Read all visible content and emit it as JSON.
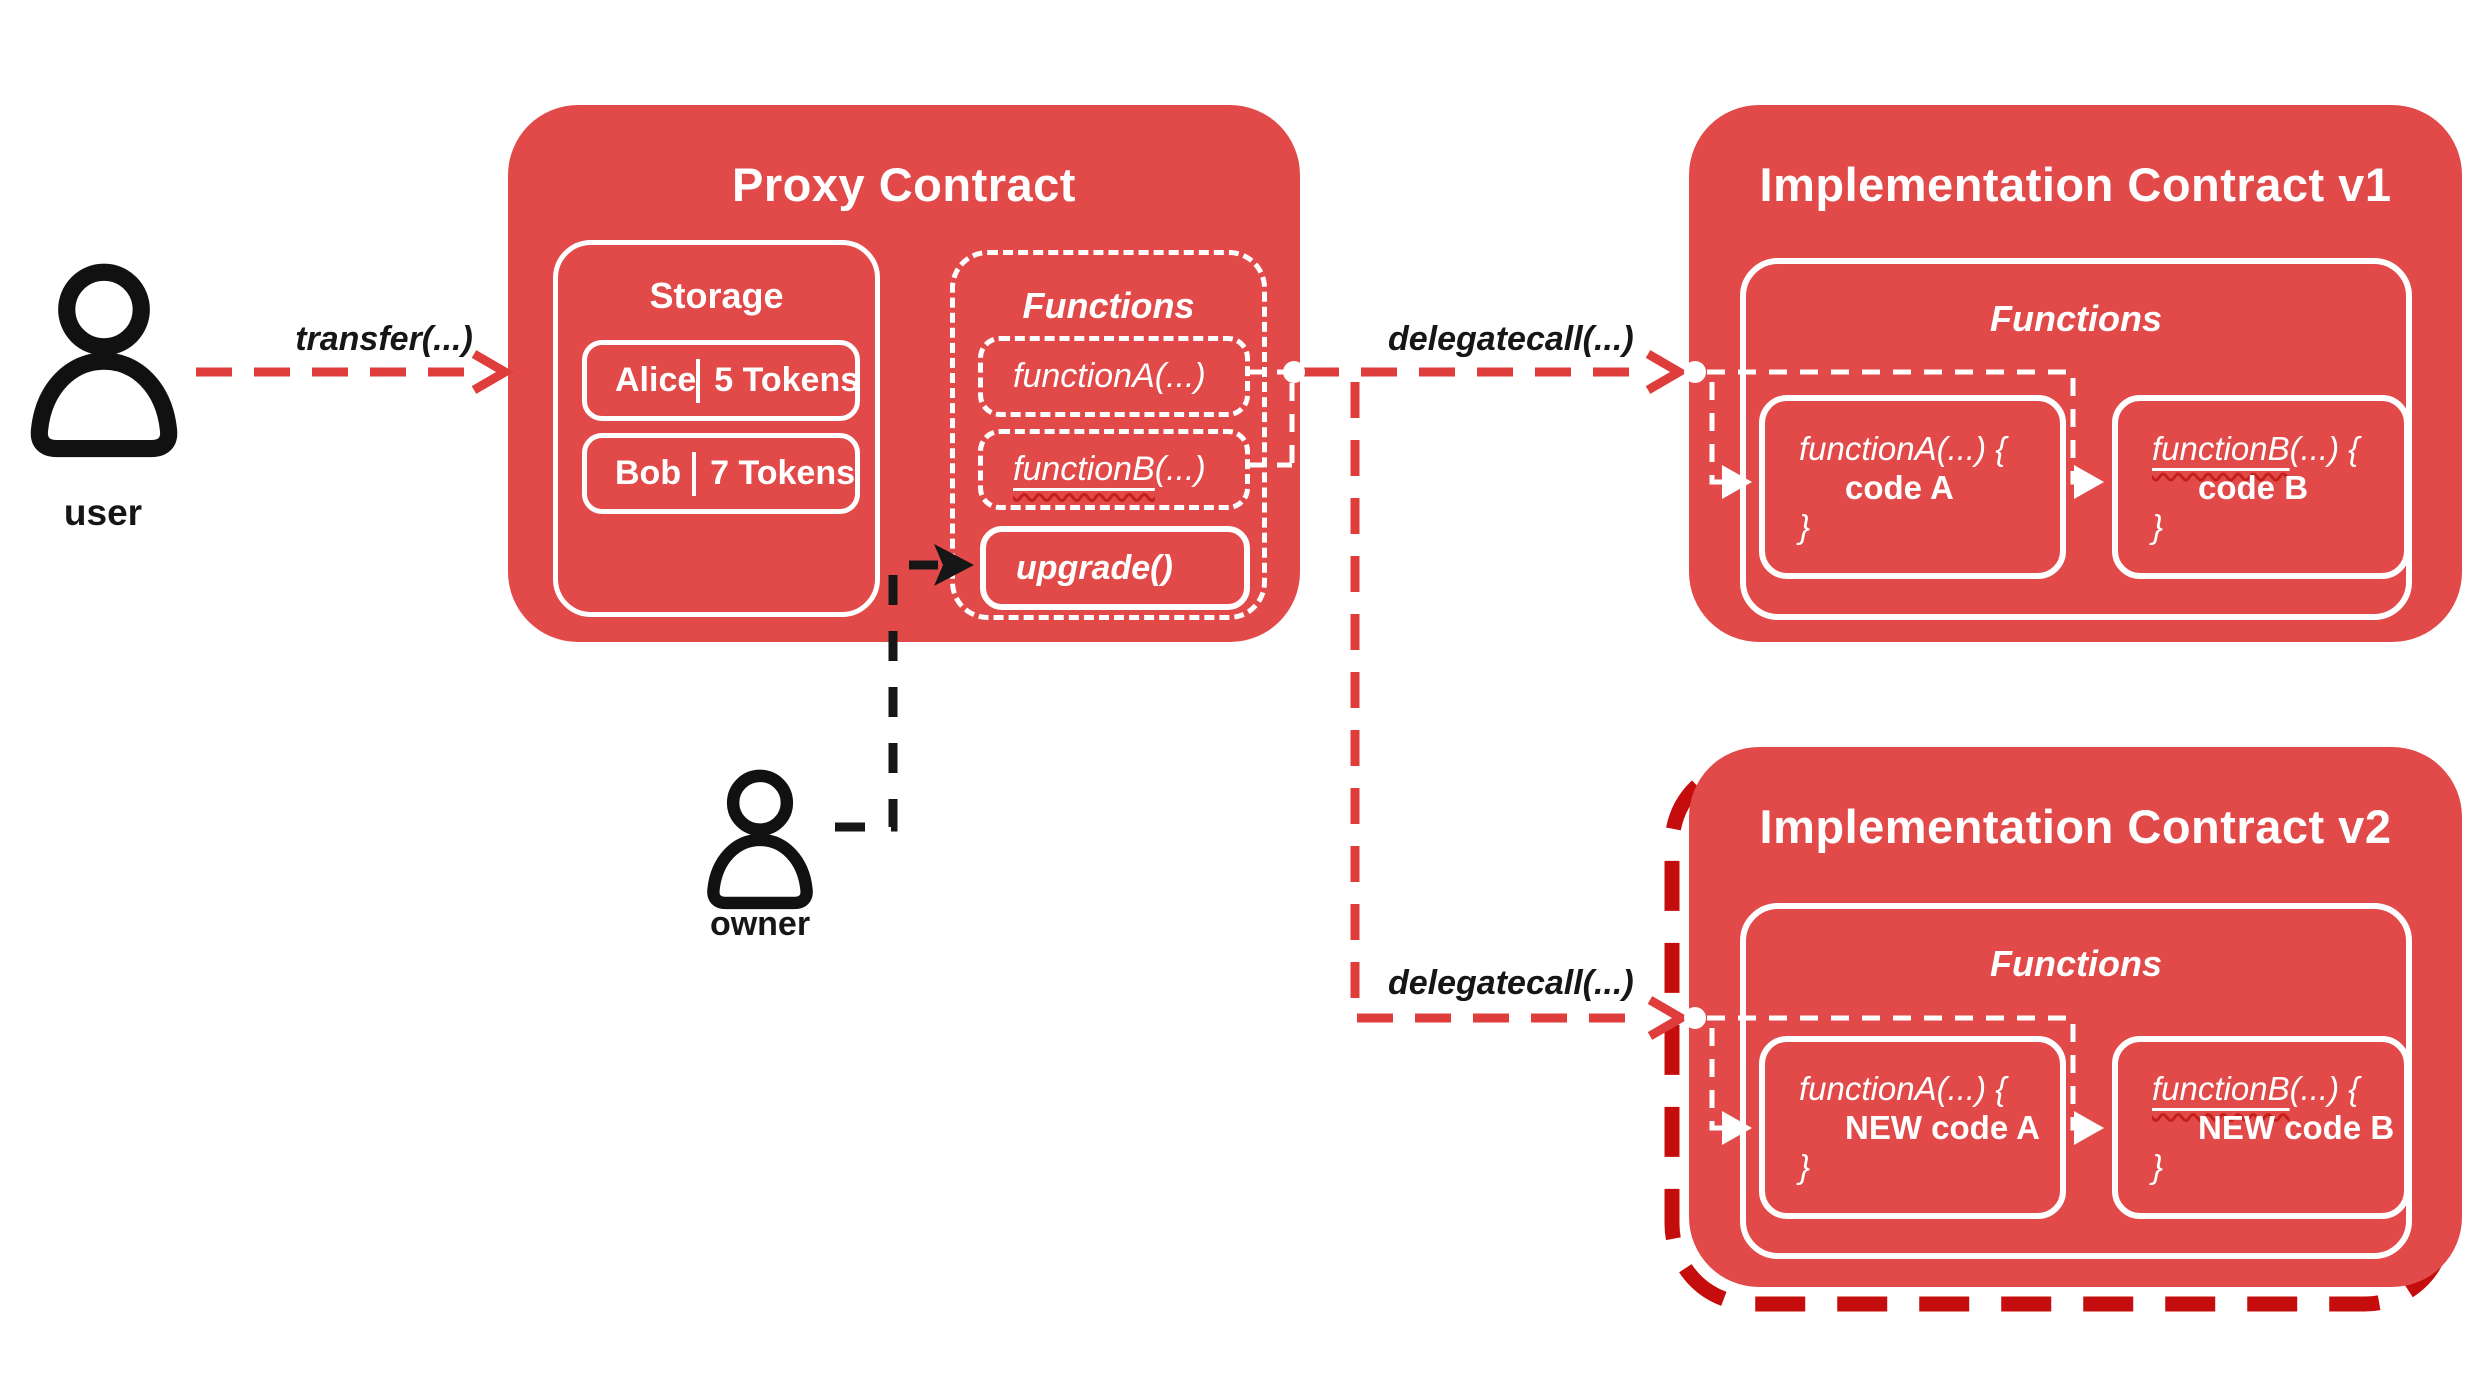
{
  "colors": {
    "contract_red": "#e24a4a",
    "highlight_dashed_red": "#c60d0d",
    "line_white": "#ffffff",
    "line_black": "#161616"
  },
  "actors": {
    "user": "user",
    "owner": "owner"
  },
  "arrows": {
    "transfer": "transfer(...)",
    "delegatecall_v1": "delegatecall(...)",
    "delegatecall_v2": "delegatecall(...)"
  },
  "proxy": {
    "title": "Proxy Contract",
    "storage": {
      "title": "Storage",
      "rows": [
        {
          "name": "Alice",
          "amount": "5 Tokens"
        },
        {
          "name": "Bob",
          "amount": "7 Tokens"
        }
      ]
    },
    "functions": {
      "title": "Functions",
      "function_a": "functionA(...)",
      "function_b_name": "functionB",
      "function_b_args": "(...)",
      "upgrade": "upgrade()"
    }
  },
  "impl_v1": {
    "title": "Implementation Contract v1",
    "functions_title": "Functions",
    "function_a": {
      "signature": "functionA(...) {",
      "body": "code A",
      "close": "}"
    },
    "function_b": {
      "name": "functionB",
      "args": "(...) {",
      "body": "code B",
      "close": "}"
    }
  },
  "impl_v2": {
    "title": "Implementation Contract v2",
    "functions_title": "Functions",
    "function_a": {
      "signature": "functionA(...) {",
      "body": "NEW code A",
      "close": "}"
    },
    "function_b": {
      "name": "functionB",
      "args": "(...) {",
      "body": "NEW code B",
      "close": "}"
    }
  }
}
